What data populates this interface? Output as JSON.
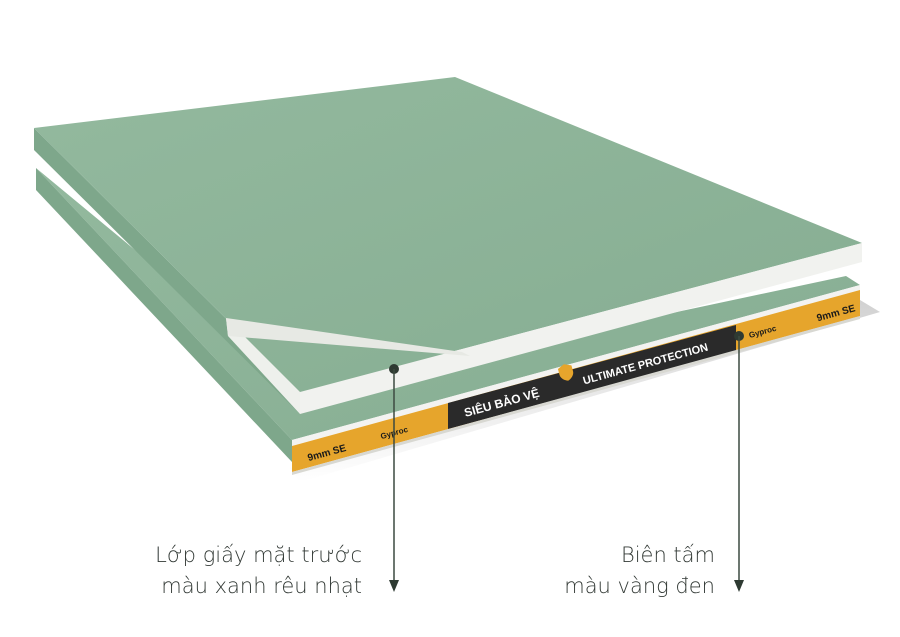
{
  "colors": {
    "board_top": "#8fb59a",
    "board_side": "#7ea78b",
    "board_core": "#f3f3f1",
    "edge_yellow": "#e6a52c",
    "edge_black": "#2a2a2a",
    "leader_line": "#3c4a40"
  },
  "board": {
    "edge_label_left": "9mm  SE",
    "edge_label_right": "9mm  SE",
    "edge_brand": "Gyproc",
    "edge_text_vn": "SIÊU BẢO VỆ",
    "edge_text_en": "ULTIMATE PROTECTION",
    "shield_icon": "shield-icon"
  },
  "annotations": {
    "front_paper": {
      "line1": "Lớp giấy mặt trước",
      "line2": "màu xanh rêu nhạt"
    },
    "edge": {
      "line1": "Biên tấm",
      "line2": "màu vàng đen"
    }
  }
}
